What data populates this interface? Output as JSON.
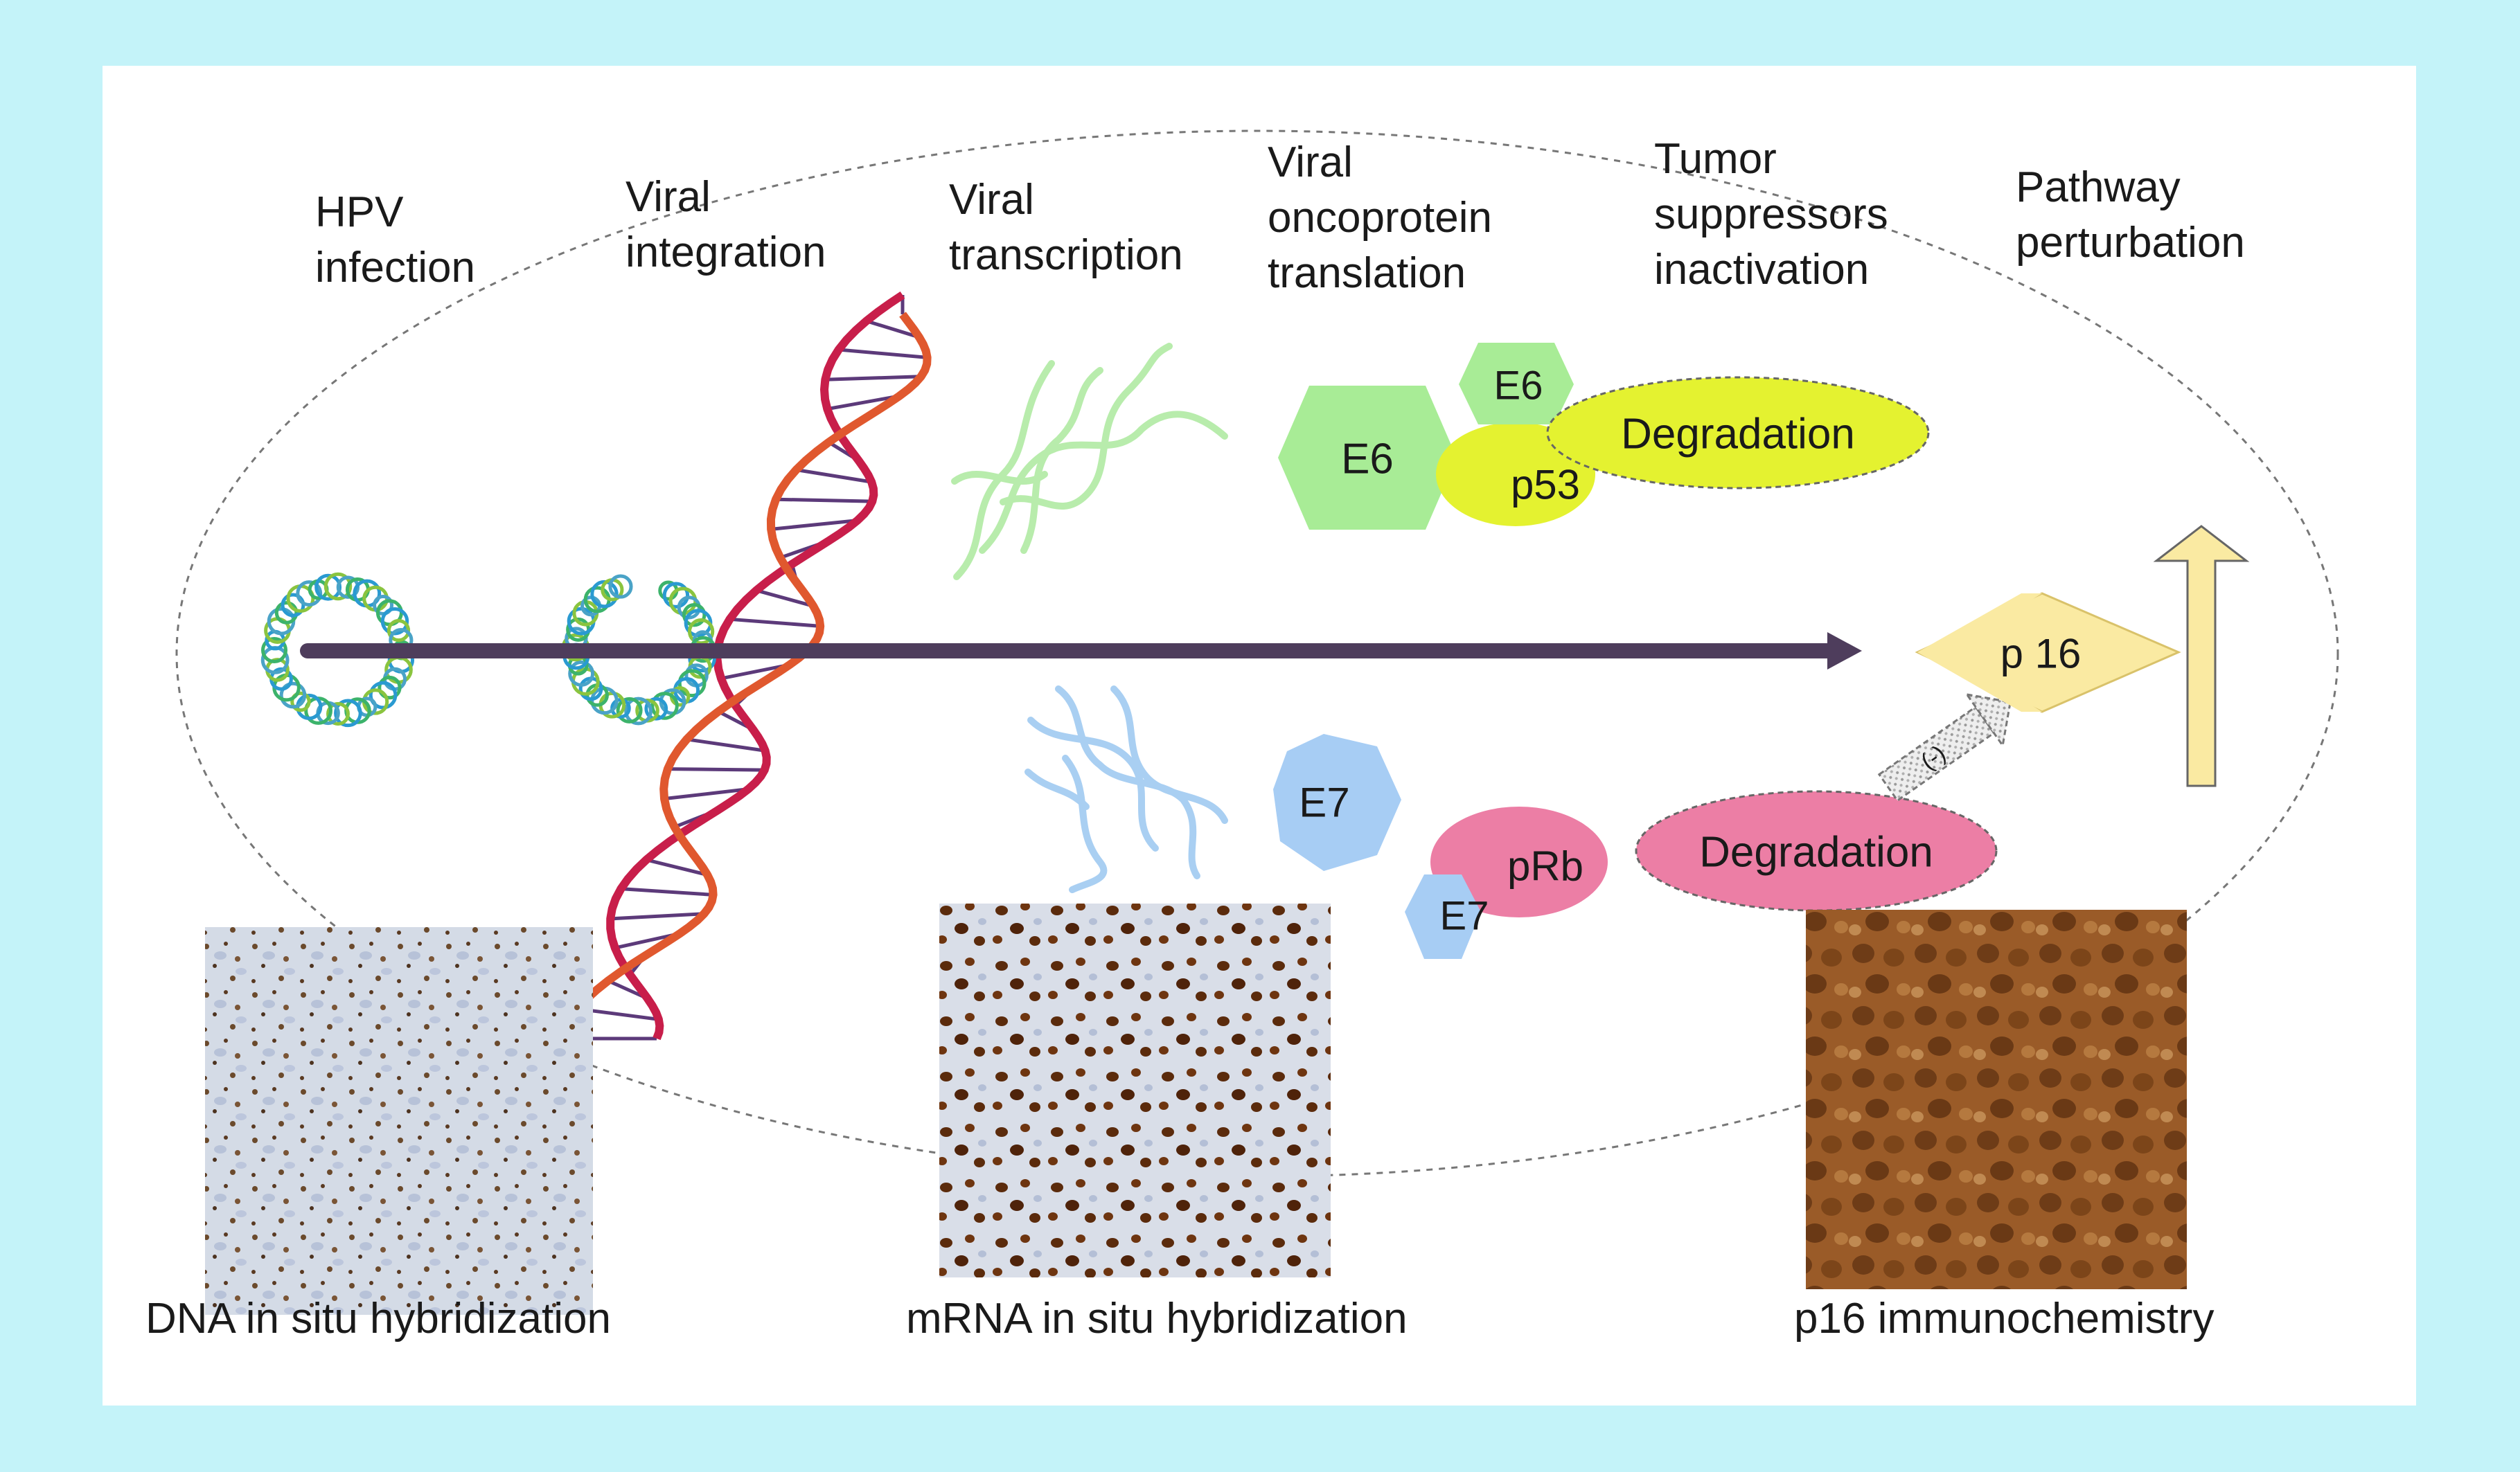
{
  "stages": {
    "hpv_infection": [
      "HPV",
      "infection"
    ],
    "viral_integration": [
      "Viral",
      "integration"
    ],
    "viral_transcription": [
      "Viral",
      "transcription"
    ],
    "oncoprotein_translation": [
      "Viral",
      "oncoprotein",
      "translation"
    ],
    "tumor_suppressors": [
      "Tumor",
      "suppressors",
      "inactivation"
    ],
    "pathway_perturbation": [
      "Pathway",
      "perturbation"
    ]
  },
  "proteins": {
    "e6_free": "E6",
    "e6_bound": "E6",
    "p53": "p53",
    "e7_free": "E7",
    "e7_bound": "E7",
    "prb": "pRb",
    "p16": "p 16"
  },
  "outcomes": {
    "degradation_p53": "Degradation",
    "degradation_prb": "Degradation",
    "inhibition_sign": "(-)"
  },
  "captions": {
    "dna_ish": "DNA in situ hybridization",
    "mrna_ish": "mRNA in situ hybridization",
    "p16_ihc": "p16 immunochemistry"
  },
  "colors": {
    "background": "#c4f3f9",
    "arrow": "#4e3d5c",
    "e6": "#a8ec96",
    "p53": "#e4f230",
    "e7": "#a7cdf4",
    "prb": "#ec7ea5",
    "p16": "#faeaa2",
    "dna_strand": "#d73a2c",
    "rna_green": "#b8ecac",
    "rna_blue": "#a9cff2"
  }
}
